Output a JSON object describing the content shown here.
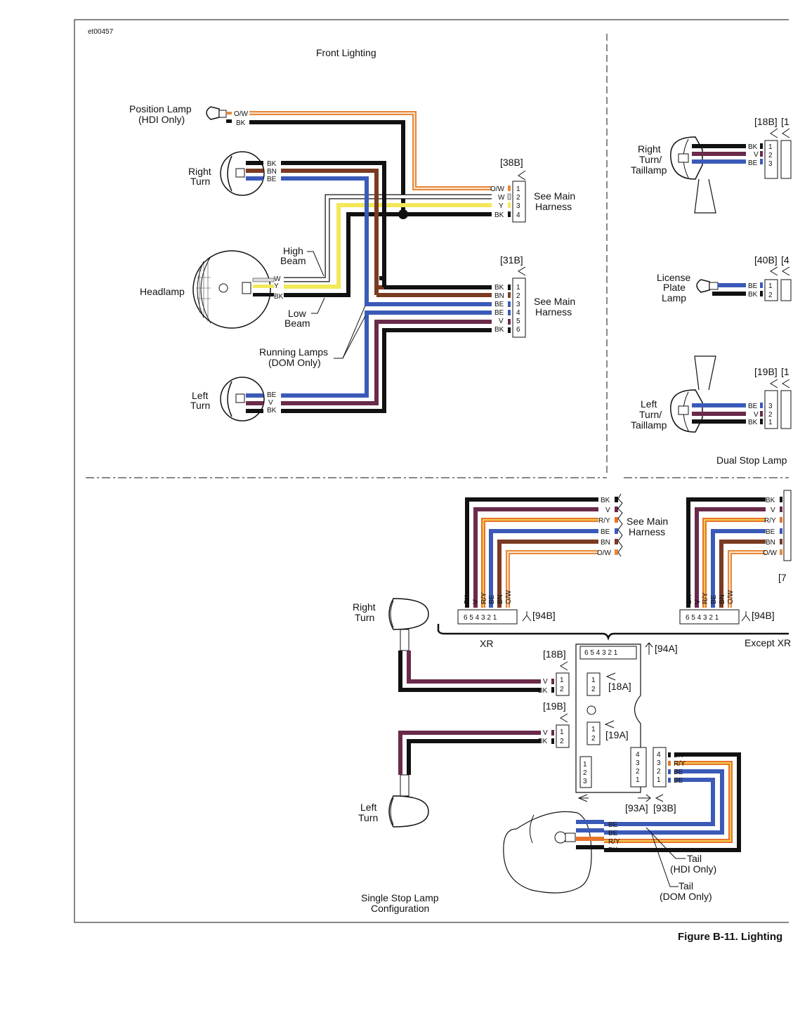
{
  "doc_id": "et00457",
  "sections": {
    "front": "Front Lighting",
    "dual": "Dual Stop Lamp",
    "single": [
      "Single Stop Lamp",
      "Configuration"
    ],
    "xr": "XR",
    "except": "Except XR"
  },
  "components": {
    "position_lamp": [
      "Position Lamp",
      "(HDI Only)"
    ],
    "right_turn": [
      "Right",
      "Turn"
    ],
    "left_turn": [
      "Left",
      "Turn"
    ],
    "headlamp": "Headlamp",
    "high_beam": [
      "High",
      "Beam"
    ],
    "low_beam": [
      "Low",
      "Beam"
    ],
    "running_lamps": [
      "Running Lamps",
      "(DOM Only)"
    ],
    "see_main_harness": [
      "See Main",
      "Harness"
    ],
    "right_taillamp": [
      "Right",
      "Turn/",
      "Taillamp"
    ],
    "license_lamp": [
      "License",
      "Plate",
      "Lamp"
    ],
    "left_taillamp": [
      "Left",
      "Turn/",
      "Taillamp"
    ],
    "tail_hdi": [
      "Tail",
      "(HDI Only)"
    ],
    "tail_dom": [
      "Tail",
      "(DOM Only)"
    ]
  },
  "connectors": {
    "c38b": "[38B]",
    "c31b": "[31B]",
    "c18b": "[18B]",
    "c40b": "[40B]",
    "c19b": "[19B]",
    "c94b": "[94B]",
    "c94a": "[94A]",
    "c18a": "[18A]",
    "c19a": "[19A]",
    "c93a": "[93A]",
    "c93b": "[93B]",
    "cut_18b": "[1",
    "cut_40b": "[4",
    "cut_19b": "[1",
    "cut_7": "[7",
    "pins_6": "6 5 4 3 2 1"
  },
  "wire_codes": {
    "ow": "O/W",
    "bk": "BK",
    "bn": "BN",
    "be": "BE",
    "w": "W",
    "y": "Y",
    "v": "V",
    "ry": "R/Y"
  },
  "pin_numbers": [
    "1",
    "2",
    "3",
    "4",
    "5",
    "6"
  ],
  "colors": {
    "BK": "#111111",
    "BN": "#7a3b22",
    "BE": "#3b5ab8",
    "V": "#6a2a4a",
    "O/W": "#e8893a",
    "Y": "#f2e85a",
    "W": "#ffffff",
    "R/Y": "#e8732a"
  },
  "caption": "Figure B-11. Lighting"
}
